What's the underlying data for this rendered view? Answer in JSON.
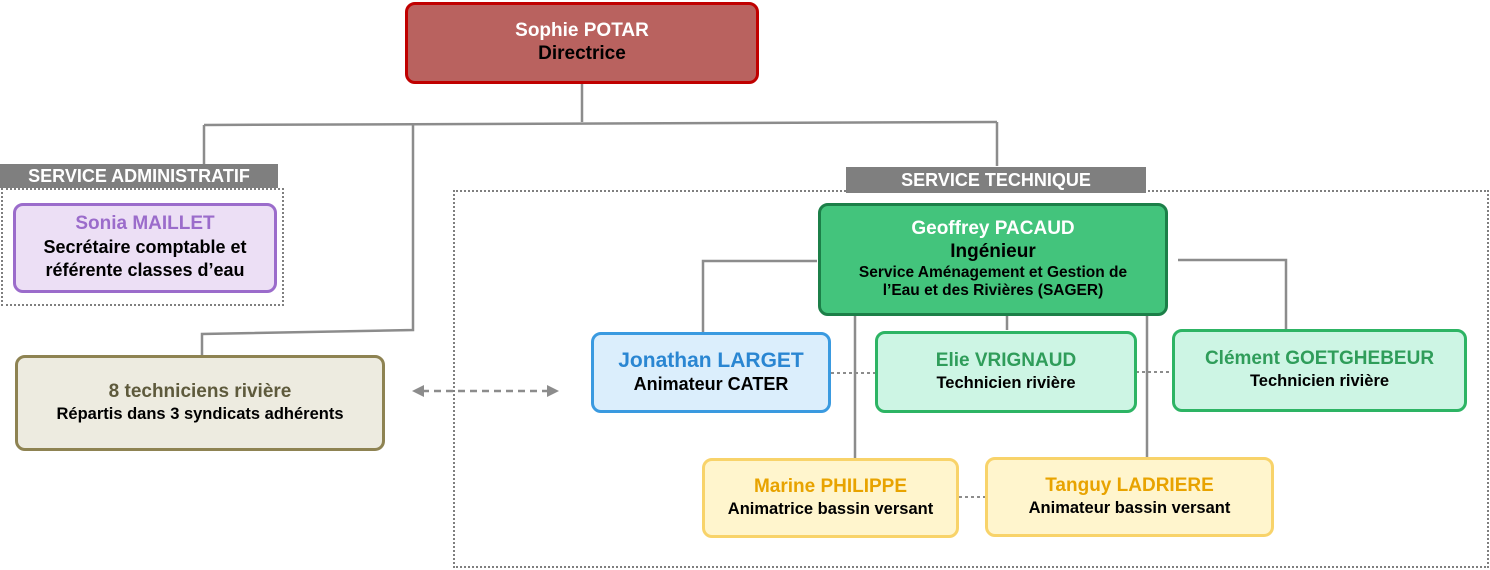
{
  "director": {
    "name": "Sophie POTAR",
    "role": "Directrice"
  },
  "admin_service": {
    "label": "SERVICE ADMINISTRATIF",
    "person": {
      "name": "Sonia MAILLET",
      "role_line1": "Secrétaire comptable et",
      "role_line2": "référente classes d’eau"
    }
  },
  "technicians": {
    "title": "8 techniciens rivière",
    "subtitle": "Répartis dans 3 syndicats adhérents"
  },
  "tech_service": {
    "label": "SERVICE TECHNIQUE",
    "head": {
      "name": "Geoffrey PACAUD",
      "role": "Ingénieur",
      "dept_line1": "Service Aménagement et Gestion de",
      "dept_line2": "l’Eau et des Rivières (SAGER)"
    },
    "staff": [
      {
        "name": "Jonathan LARGET",
        "role": "Animateur CATER"
      },
      {
        "name": "Elie VRIGNAUD",
        "role": "Technicien rivière"
      },
      {
        "name": "Clément GOETGHEBEUR",
        "role": "Technicien rivière"
      },
      {
        "name": "Marine PHILIPPE",
        "role": "Animatrice bassin versant"
      },
      {
        "name": "Tanguy LADRIERE",
        "role": "Animateur bassin versant"
      }
    ]
  },
  "colors": {
    "director_fill": "#b9625f",
    "director_border": "#c00000",
    "admin_fill": "#ecdff5",
    "admin_border": "#9b6ccb",
    "admin_name": "#9b6ccb",
    "tech_fill": "#edebe0",
    "tech_border": "#8e8352",
    "head_fill": "#43c47c",
    "head_border": "#1c7f48",
    "mint_fill": "#cdf5e4",
    "mint_border": "#2db464",
    "mint_name": "#2f9d5a",
    "blue_fill": "#dbeefc",
    "blue_border": "#3a9ae0",
    "blue_name": "#2a86d2",
    "yellow_fill": "#fff5cd",
    "yellow_border": "#f8d36a",
    "yellow_name": "#e8a300",
    "line": "#8c8c8c",
    "label_bg": "#7f7f7f"
  }
}
